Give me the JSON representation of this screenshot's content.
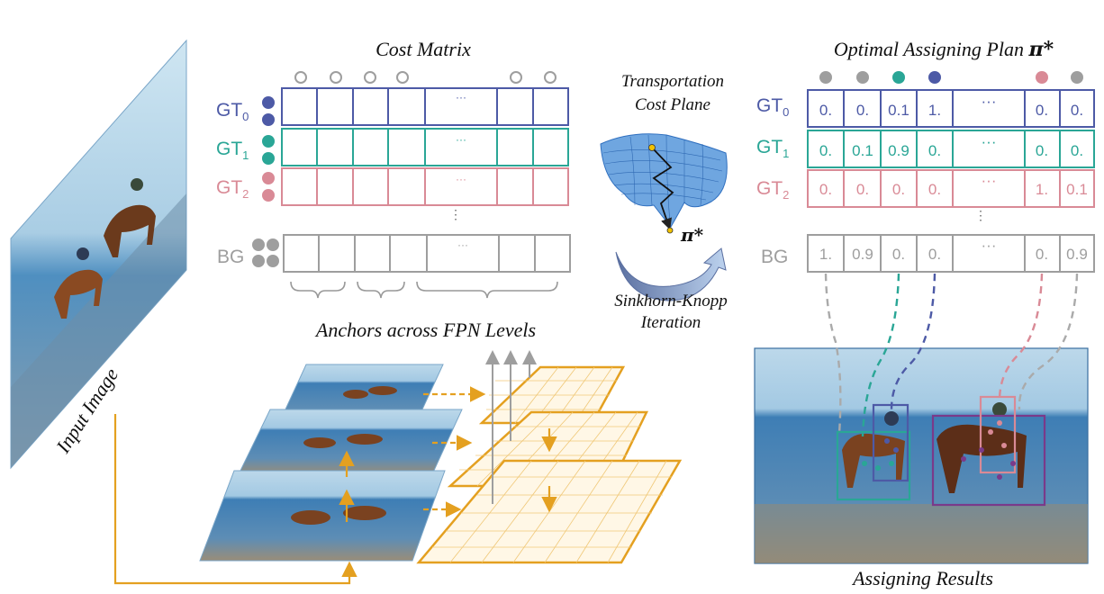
{
  "colors": {
    "gt0": "#4d5aa6",
    "gt1": "#2aa696",
    "gt2": "#d98a96",
    "bg": "#9e9e9e",
    "orange": "#e4a020",
    "anchor": "#9e9e9e",
    "mesh": "#3f7fd0"
  },
  "titles": {
    "cost_matrix": "Cost Matrix",
    "transport_line1": "Transportation",
    "transport_line2": "Cost Plane",
    "optimal_plan": "Optimal Assigning Plan",
    "optimal_symbol": "π*",
    "pi_label": "π*",
    "sinkhorn_line1": "Sinkhorn-Knopp",
    "sinkhorn_line2": "Iteration",
    "anchors_caption": "Anchors across FPN Levels",
    "input_image": "Input Image",
    "assigning_results": "Assigning Results"
  },
  "rows": {
    "gt0": {
      "main": "GT",
      "sub": "0"
    },
    "gt1": {
      "main": "GT",
      "sub": "1"
    },
    "gt2": {
      "main": "GT",
      "sub": "2"
    },
    "bg": {
      "main": "BG"
    }
  },
  "ellipsis": "···",
  "vellipsis": "⋮",
  "plan_values": {
    "gt0": [
      "0.",
      "0.",
      "0.1",
      "1.",
      "···",
      "0.",
      "0."
    ],
    "gt1": [
      "0.",
      "0.1",
      "0.9",
      "0.",
      "···",
      "0.",
      "0."
    ],
    "gt2": [
      "0.",
      "0.",
      "0.",
      "0.",
      "···",
      "1.",
      "0.1"
    ],
    "bg": [
      "1.",
      "0.9",
      "0.",
      "0.",
      "···",
      "0.",
      "0.9"
    ]
  }
}
